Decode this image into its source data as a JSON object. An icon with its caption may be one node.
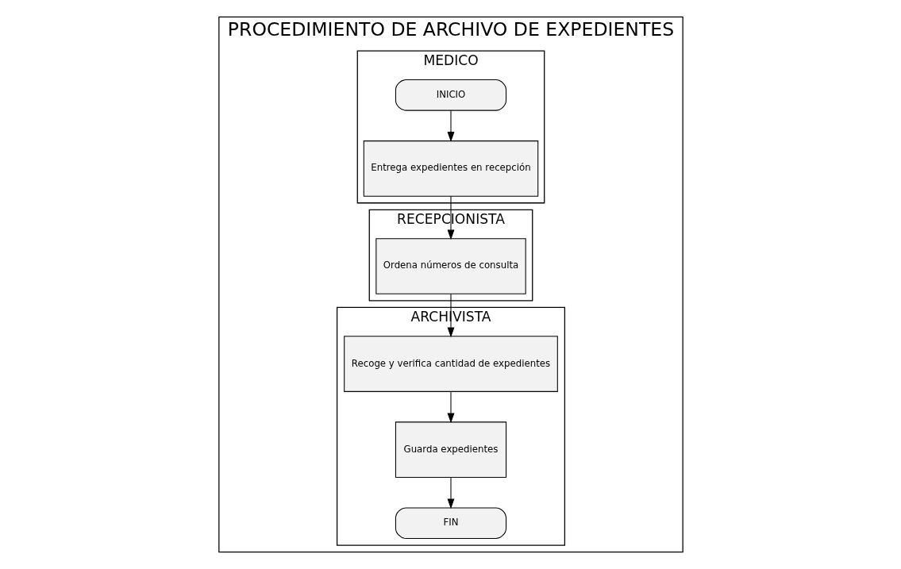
{
  "diagram": {
    "nodes": [
      {
        "text": [
          "PROCEDIMIENTO DE ARCHIVO DE EXPEDIENTES"
        ]
      },
      {
        "text": [
          "MEDICO"
        ],
        "in": 0
      },
      {
        "text": [
          "RECEPCIONISTA"
        ],
        "in": 0
      },
      {
        "text": [
          "ARCHIVISTA"
        ],
        "in": 0
      },
      {
        "text": [
          "INICIO"
        ],
        "in": 1
      },
      {
        "text": [
          "Entrega expedientes en recepción"
        ],
        "in": 1
      },
      {
        "text": [
          "Ordena números de consulta"
        ],
        "in": 2
      },
      {
        "text": [
          "Recoge y verifica cantidad de expedientes"
        ],
        "in": 3
      },
      {
        "text": [
          "Guarda expedientes"
        ],
        "in": 3
      },
      {
        "text": [
          "FIN"
        ],
        "in": 3
      }
    ],
    "edges": [
      {
        "from": 4,
        "to": 5,
        "arrow": "to"
      },
      {
        "from": 5,
        "to": 6,
        "arrow": "to"
      },
      {
        "from": 6,
        "to": 7,
        "arrow": "to"
      },
      {
        "from": 7,
        "to": 8,
        "arrow": "to"
      },
      {
        "from": 8,
        "to": 9,
        "arrow": "to"
      }
    ]
  }
}
